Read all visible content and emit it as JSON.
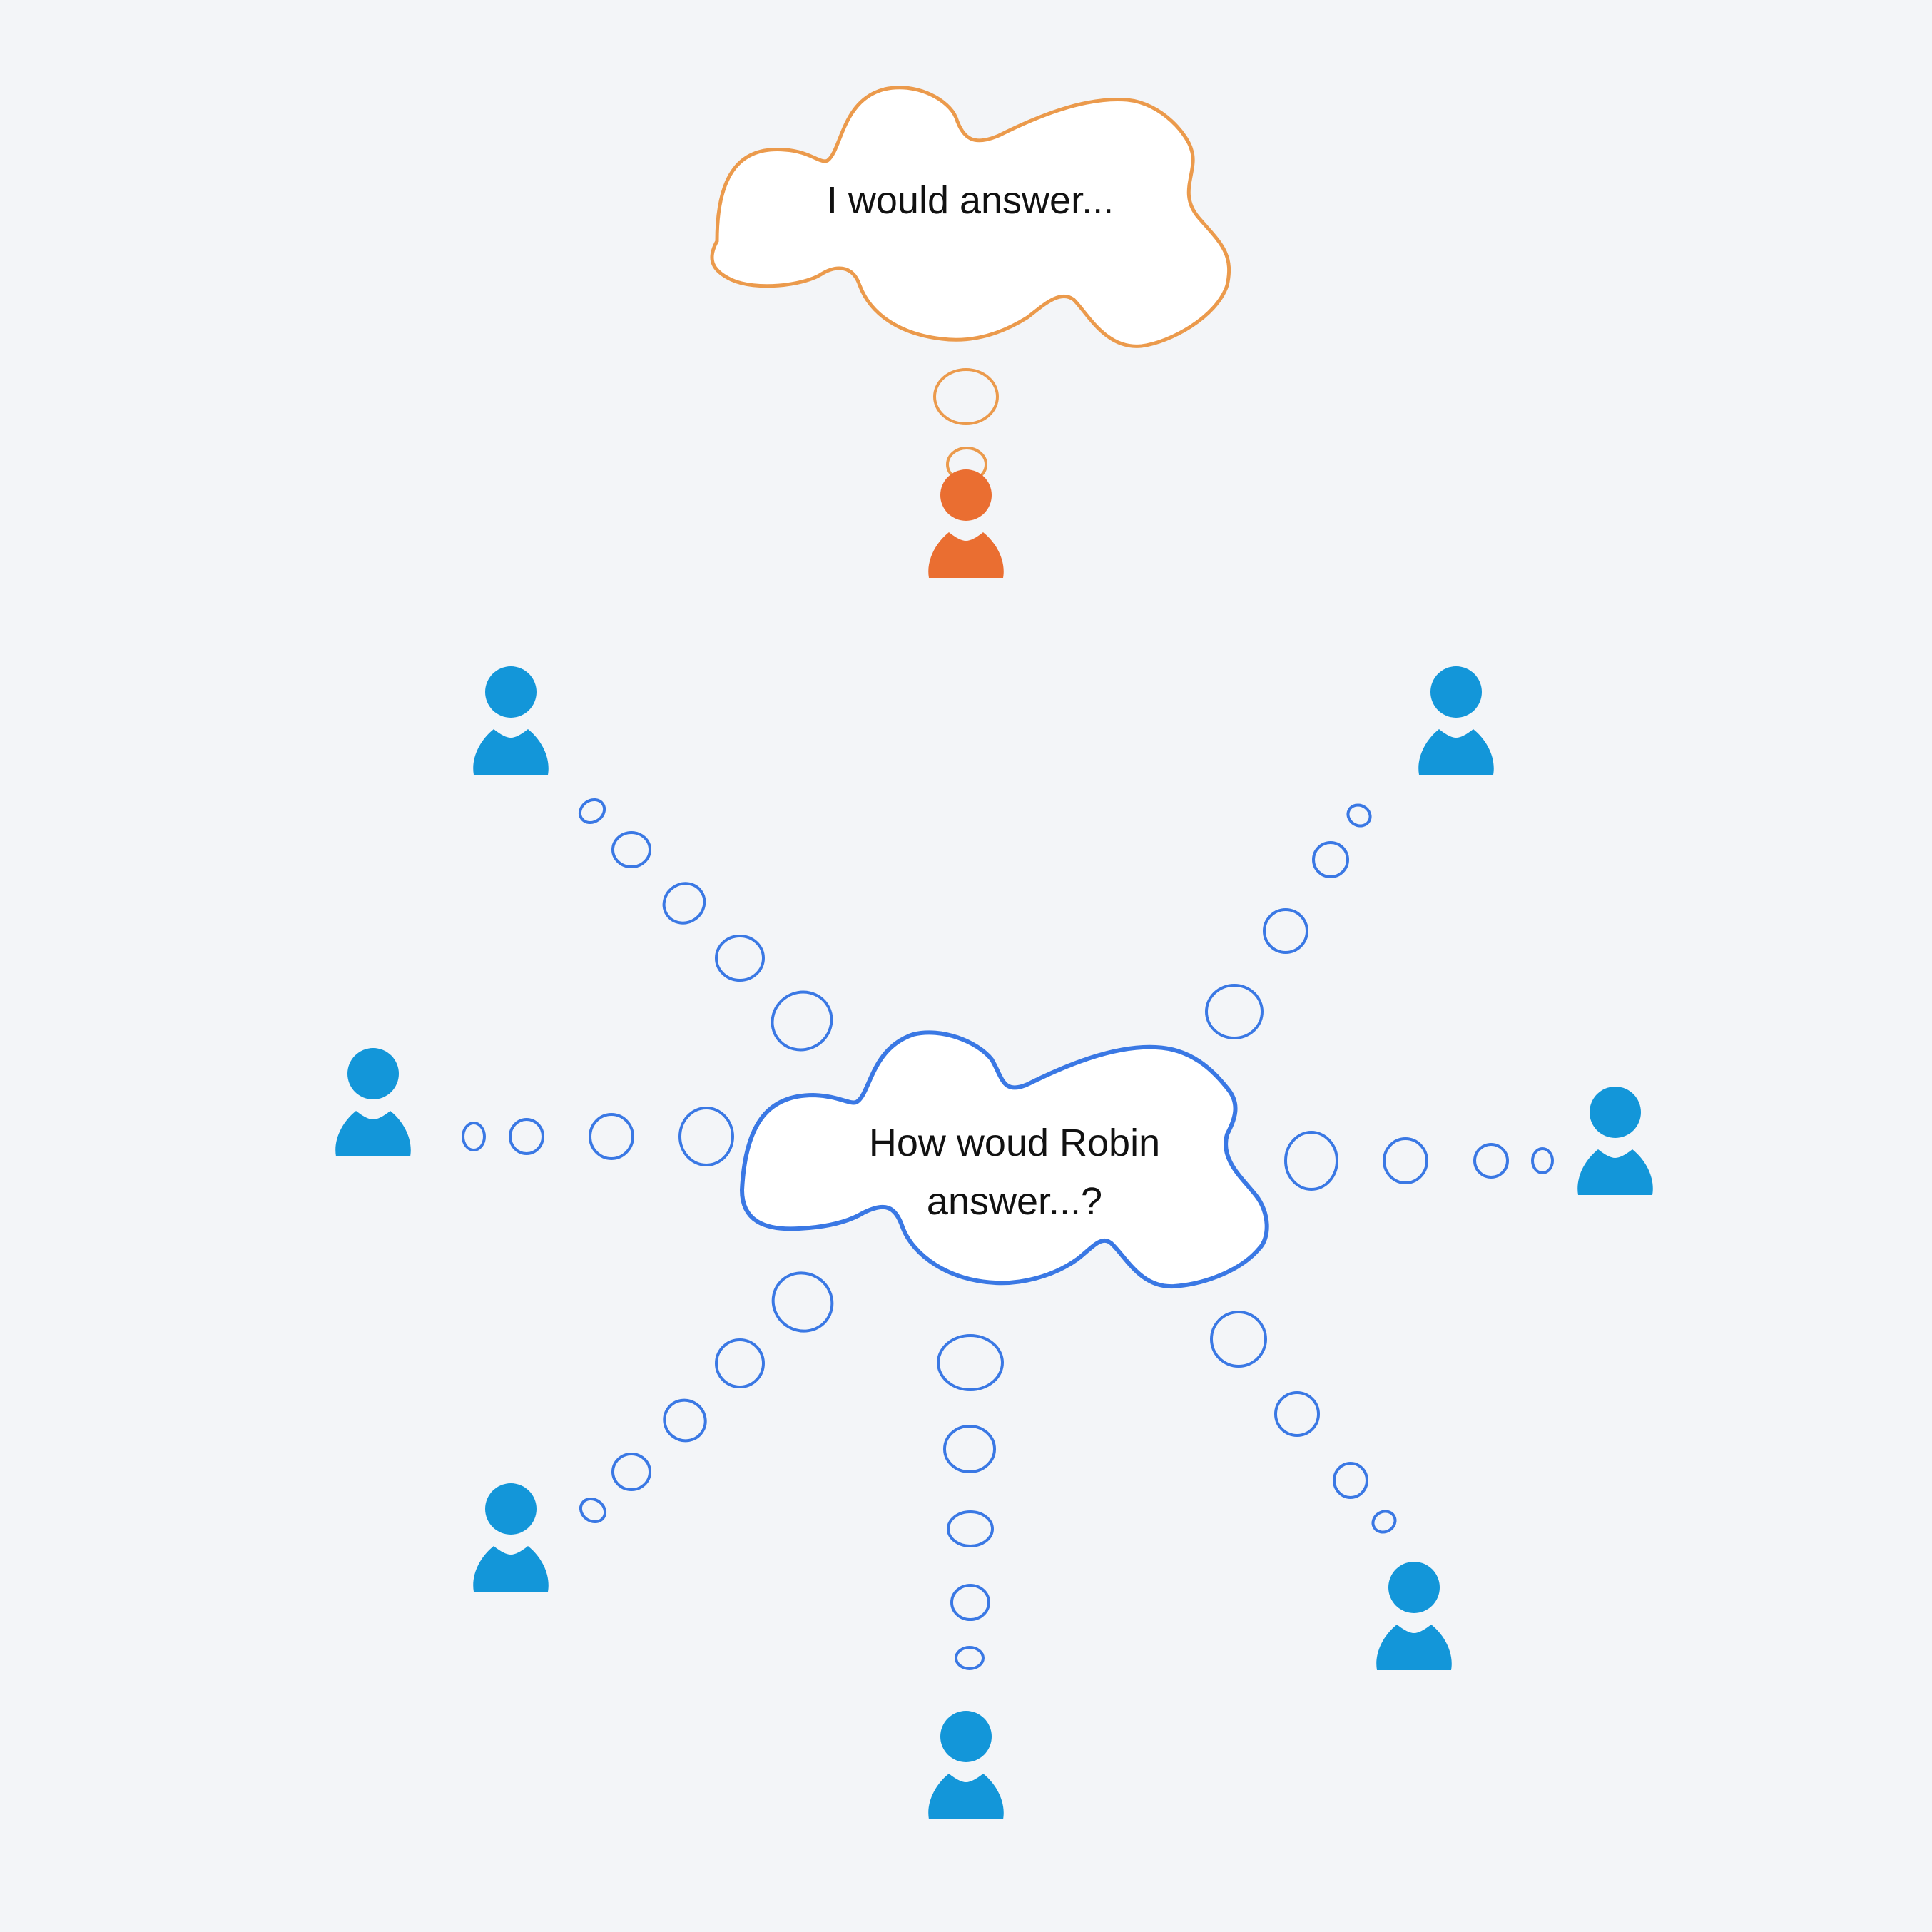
{
  "colors": {
    "background": "#f3f5f8",
    "top_cloud_stroke": "#eb9a4c",
    "top_person": "#ea6e31",
    "center_cloud_stroke": "#3a78e4",
    "people": "#1396d9",
    "cloud_fill": "#ffffff",
    "text": "#111111"
  },
  "top_cloud": {
    "text": "I would answer..."
  },
  "center_cloud": {
    "line1": "How woud Robin",
    "line2": "answer...?"
  },
  "icons": {
    "person": "person-icon"
  }
}
